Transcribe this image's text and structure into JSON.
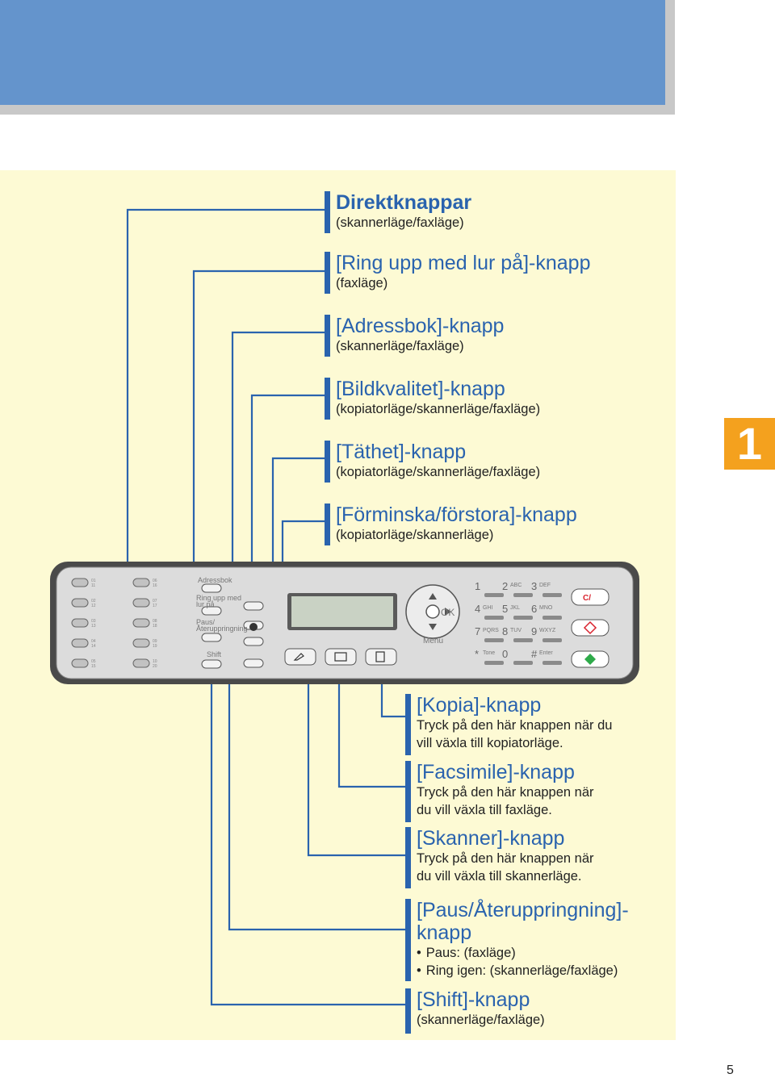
{
  "chapter_tab": "1",
  "page_number": "5",
  "callouts_top": [
    {
      "title": "Direktknappar",
      "sub": "(skannerläge/faxläge)"
    },
    {
      "title": "[Ring upp med lur på]-knapp",
      "sub": "(faxläge)"
    },
    {
      "title": "[Adressbok]-knapp",
      "sub": "(skannerläge/faxläge)"
    },
    {
      "title": "[Bildkvalitet]-knapp",
      "sub": "(kopiatorläge/skannerläge/faxläge)"
    },
    {
      "title": "[Täthet]-knapp",
      "sub": "(kopiatorläge/skannerläge/faxläge)"
    },
    {
      "title": "[Förminska/förstora]-knapp",
      "sub": "(kopiatorläge/skannerläge)"
    }
  ],
  "callouts_bottom": [
    {
      "title": "[Kopia]-knapp",
      "lines": [
        "Tryck på den här knappen när du",
        "vill växla till kopiatorläge."
      ]
    },
    {
      "title": "[Facsimile]-knapp",
      "lines": [
        "Tryck på den här knappen när",
        "du vill växla till faxläge."
      ]
    },
    {
      "title": "[Skanner]-knapp",
      "lines": [
        "Tryck på den här knappen när",
        "du vill växla till skannerläge."
      ]
    },
    {
      "title_lines": [
        "[Paus/Återuppringning]-",
        "knapp"
      ],
      "bullets": [
        "Paus: (faxläge)",
        "Ring igen: (skannerläge/faxläge)"
      ]
    },
    {
      "title": "[Shift]-knapp",
      "sub": "(skannerläge/faxläge)"
    }
  ],
  "panel": {
    "adressbok": "Adressbok",
    "ring_upp_1": "Ring upp med",
    "ring_upp_2": "lur på",
    "paus_1": "Paus/",
    "paus_2": "Återuppringning",
    "shift": "Shift",
    "ok": "OK",
    "menu": "Menu",
    "clear_stop": "C/",
    "keys": [
      {
        "num": "1",
        "letters": ""
      },
      {
        "num": "2",
        "letters": "ABC"
      },
      {
        "num": "3",
        "letters": "DEF"
      },
      {
        "num": "4",
        "letters": "GHI"
      },
      {
        "num": "5",
        "letters": "JKL"
      },
      {
        "num": "6",
        "letters": "MNO"
      },
      {
        "num": "7",
        "letters": "PQRS"
      },
      {
        "num": "8",
        "letters": "TUV"
      },
      {
        "num": "9",
        "letters": "WXYZ"
      },
      {
        "num": "*",
        "letters": "Tone"
      },
      {
        "num": "0",
        "letters": ""
      },
      {
        "num": "#",
        "letters": "Enter"
      }
    ],
    "oneTouch": [
      {
        "a": "01",
        "b": "11"
      },
      {
        "a": "02",
        "b": "12"
      },
      {
        "a": "03",
        "b": "13"
      },
      {
        "a": "04",
        "b": "14"
      },
      {
        "a": "05",
        "b": "15"
      },
      {
        "a": "06",
        "b": "16"
      },
      {
        "a": "07",
        "b": "17"
      },
      {
        "a": "08",
        "b": "18"
      },
      {
        "a": "09",
        "b": "19"
      },
      {
        "a": "10",
        "b": "20"
      }
    ]
  },
  "colors": {
    "accent": "#2a63ae",
    "panel_bg": "#fdfad4",
    "tab": "#f4a11e",
    "green": "#2eaa49",
    "red": "#d9232e"
  }
}
